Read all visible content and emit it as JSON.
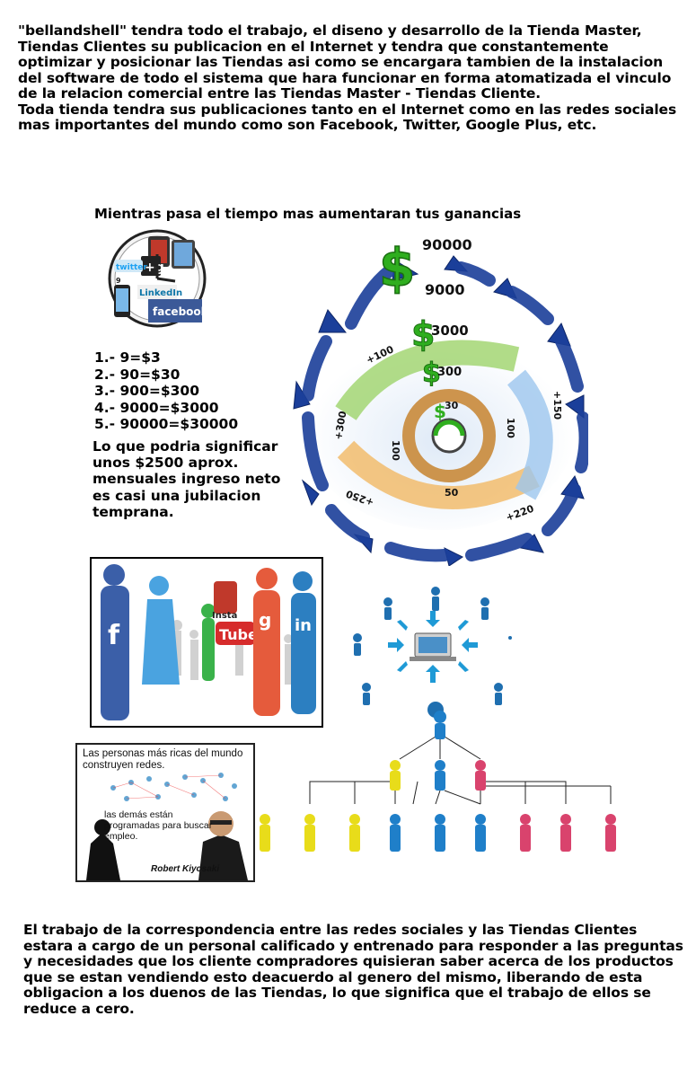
{
  "intro": {
    "paragraph_1": "\"bellandshell\" tendra todo el trabajo, el diseno y desarrollo de la Tienda Master, Tiendas Clientes su publicacion en el Internet y tendra que constantemente optimizar y posicionar las Tiendas asi como se encargara tambien de la instalacion del software de todo el sistema que hara funcionar en forma atomatizada el vinculo de la relacion comercial entre las Tiendas Master - Tiendas Cliente.",
    "paragraph_2": "Toda tienda tendra sus publicaciones tanto en el Internet como en las redes sociales mas importantes del mundo como son Facebook, Twitter, Google Plus, etc."
  },
  "caption": "Mientras pasa el tiempo mas aumentaran tus ganancias",
  "steps": [
    "1.- 9=$3",
    "2.- 90=$30",
    "3.- 900=$300",
    "4.- 9000=$3000",
    "5.- 90000=$30000"
  ],
  "note": "Lo que podria significar unos $2500 aprox. mensuales ingreso neto es casi una jubilacion temprana.",
  "money_cycle": {
    "amounts": [
      "90000",
      "9000",
      "3000",
      "300",
      "30"
    ],
    "increments": [
      "+100",
      "+300",
      "100",
      "100",
      "+150",
      "50",
      "+250",
      "+220"
    ]
  },
  "social_clock": {
    "labels": [
      "twitter",
      "LinkedIn",
      "facebook"
    ]
  },
  "crowd_image": {
    "labels": [
      "f",
      "Insta",
      "Tube",
      "g",
      "in"
    ]
  },
  "kiyosaki_image": {
    "line_1": "Las personas más ricas del mundo construyen redes.",
    "line_2": "las demás están programadas para buscar empleo.",
    "author": "Robert Kiyosaki"
  },
  "bottom": "El trabajo de la correspondencia entre las redes sociales y las Tiendas Clientes estara a cargo de un personal calificado y entrenado para responder a las preguntas y necesidades que los cliente compradores quisieran saber acerca de los productos que se estan vendiendo esto deacuerdo al genero del mismo, liberando de esta obligacion a los duenos de las Tiendas, lo que significa que el trabajo de ellos se reduce a cero.",
  "colors": {
    "arrow_blue": "#1b3f9a",
    "money_green": "#2fae1f",
    "person_yellow": "#e8dc1a",
    "person_blue": "#1f7fc9",
    "person_pink": "#d9436d",
    "facebook_blue": "#3b5998"
  }
}
